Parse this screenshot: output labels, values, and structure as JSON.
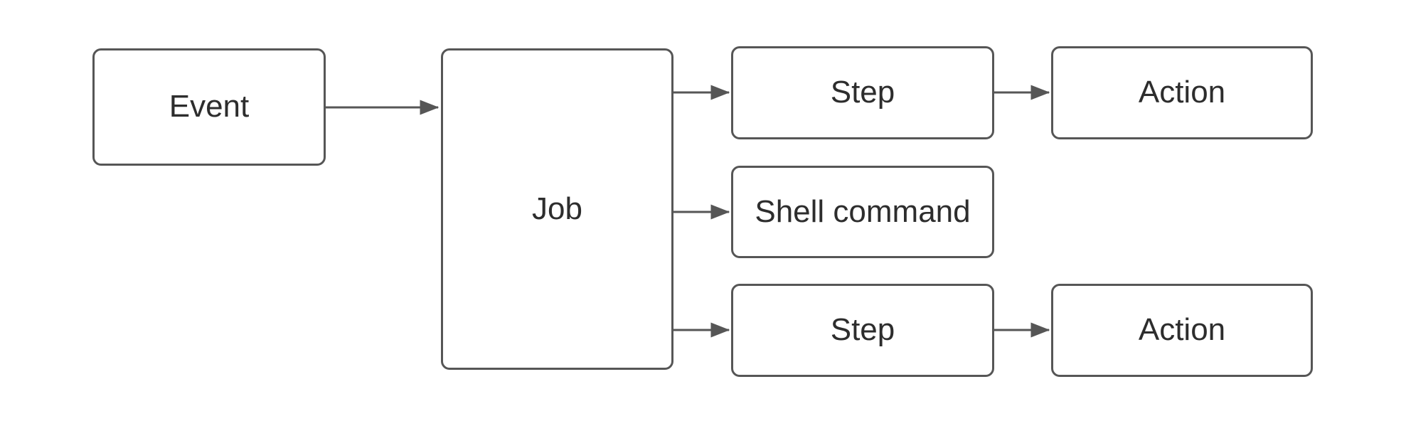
{
  "diagram": {
    "type": "flowchart",
    "direction": "left-to-right",
    "nodes": {
      "event": {
        "label": "Event"
      },
      "job": {
        "label": "Job"
      },
      "step_top": {
        "label": "Step"
      },
      "action_top": {
        "label": "Action"
      },
      "shell_command": {
        "label": "Shell command"
      },
      "step_bottom": {
        "label": "Step"
      },
      "action_bottom": {
        "label": "Action"
      }
    },
    "edges": [
      {
        "from": "event",
        "to": "job"
      },
      {
        "from": "job",
        "to": "step_top"
      },
      {
        "from": "job",
        "to": "shell_command"
      },
      {
        "from": "job",
        "to": "step_bottom"
      },
      {
        "from": "step_top",
        "to": "action_top"
      },
      {
        "from": "step_bottom",
        "to": "action_bottom"
      }
    ],
    "colors": {
      "stroke": "#565656",
      "text": "#2d2d2d",
      "node_fill": "#ffffff",
      "background": "#ffffff"
    }
  }
}
